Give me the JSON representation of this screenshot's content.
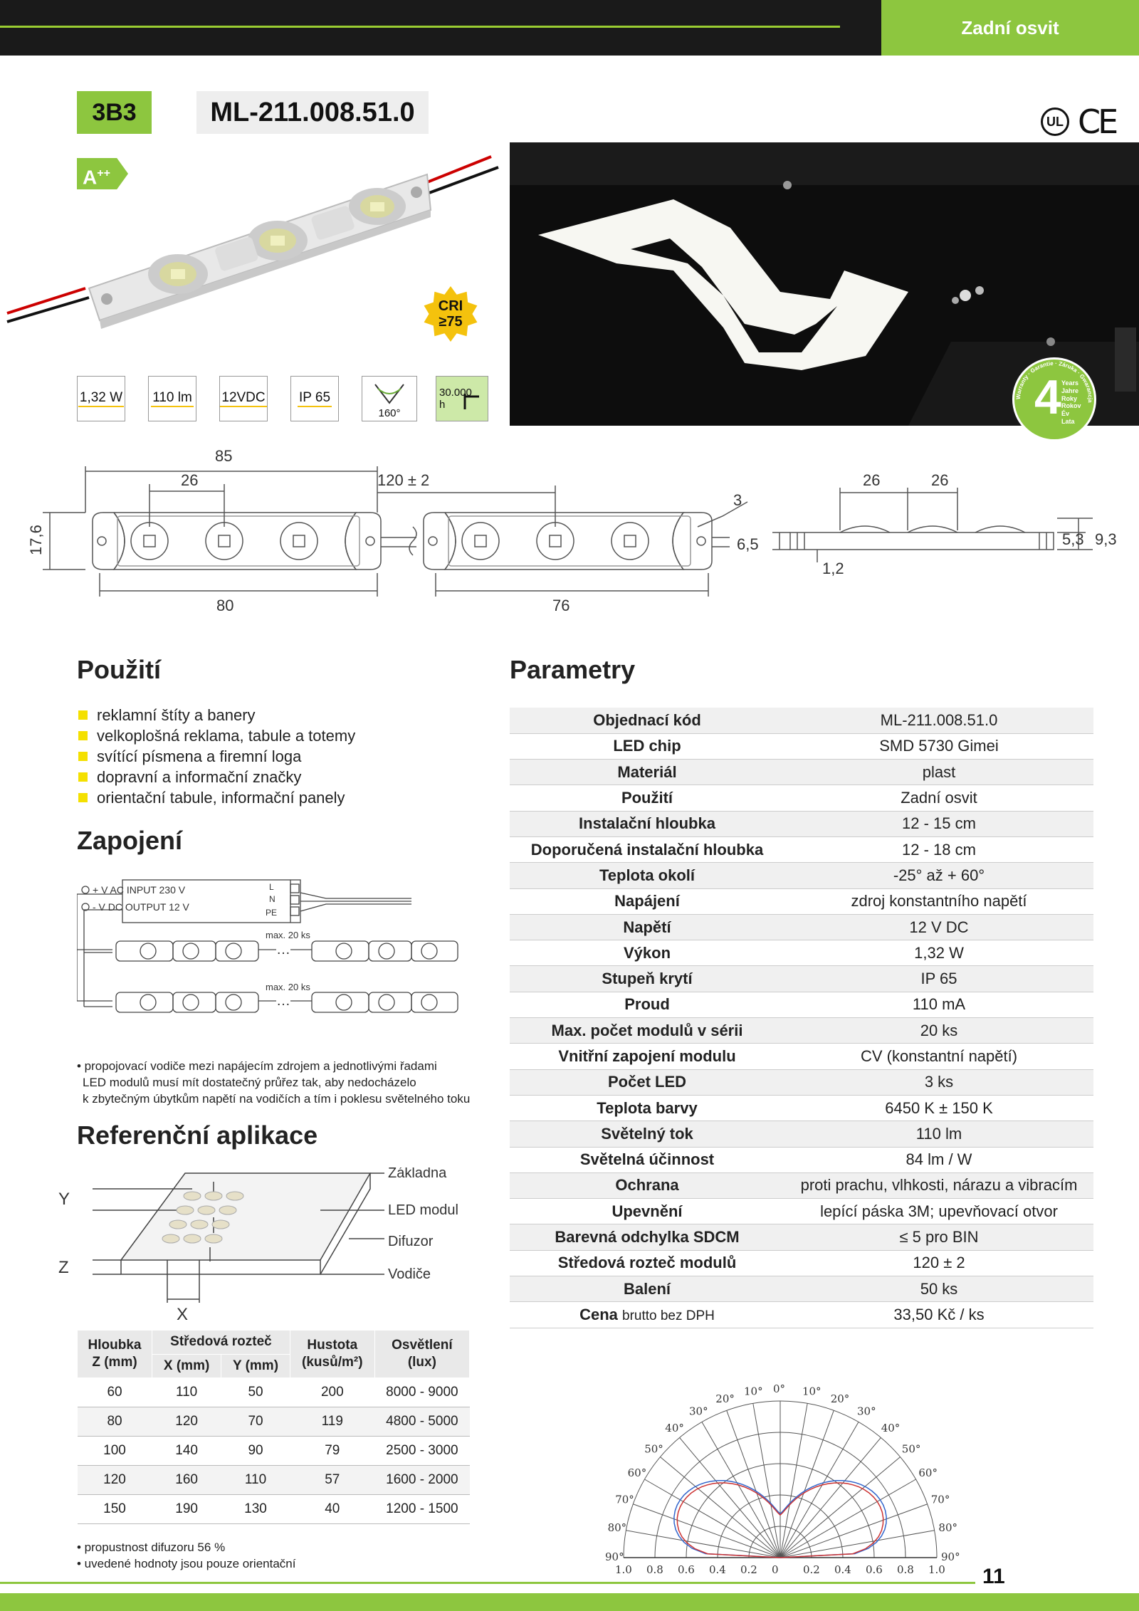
{
  "header": {
    "section": "Zadní osvit",
    "code": "3B3",
    "model": "ML-211.008.51.0",
    "cert_ul": "UL",
    "cert_ce": "CE"
  },
  "energy_class": {
    "letter": "A",
    "sup": "++"
  },
  "cri": {
    "label": "CRI",
    "value": "≥75"
  },
  "specs": [
    {
      "label": "1,32 W"
    },
    {
      "label": "110 lm"
    },
    {
      "label": "12VDC"
    },
    {
      "label": "IP 65"
    },
    {
      "label": "160°"
    },
    {
      "label": "30.000",
      "unit": "h"
    }
  ],
  "warranty": {
    "years": "4",
    "words": [
      "Years",
      "Jahre",
      "Roky",
      "Rokov",
      "Év",
      "Lata"
    ],
    "ring": "Warranty · Garantie · Záruka · Gwarancja"
  },
  "dimensions": {
    "total": "85",
    "pitch": "26",
    "spacing": "120 ± 2",
    "width": "80",
    "width2": "76",
    "height": "17,6",
    "thick": "3",
    "side_pitch1": "26",
    "side_pitch2": "26",
    "h1": "6,5",
    "h2": "5,3",
    "h3": "9,3",
    "base": "1,2"
  },
  "usage": {
    "title": "Použití",
    "items": [
      "reklamní štíty a banery",
      "velkoplošná reklama, tabule a totemy",
      "svítící písmena a firemní loga",
      "dopravní a informační značky",
      "orientační tabule, informační panely"
    ]
  },
  "wiring": {
    "title": "Zapojení",
    "input": "+ V  AC INPUT 230 V",
    "output": "- V  DC OUTPUT 12 V",
    "L": "L",
    "N": "N",
    "PE": "PE",
    "max1": "max. 20 ks",
    "max2": "max. 20 ks",
    "note": [
      "• propojovací vodiče mezi napájecím zdrojem a jednotlivými řadami",
      "LED modulů musí mít dostatečný průřez tak, aby nedocházelo",
      "k zbytečným úbytkům napětí na vodičích a tím i poklesu světelného toku"
    ]
  },
  "reference": {
    "title": "Referenční aplikace",
    "labels": [
      "Základna",
      "LED modul",
      "Difuzor",
      "Vodiče"
    ],
    "axes": [
      "Y",
      "Z",
      "X"
    ],
    "table_head": {
      "h": "Hloubka\nZ (mm)",
      "pitch": "Středová rozteč",
      "x": "X (mm)",
      "y": "Y (mm)",
      "dens": "Hustota\n(kusů/m²)",
      "lux": "Osvětlení\n(lux)"
    },
    "rows": [
      [
        "60",
        "110",
        "50",
        "200",
        "8000 - 9000"
      ],
      [
        "80",
        "120",
        "70",
        "119",
        "4800 - 5000"
      ],
      [
        "100",
        "140",
        "90",
        "79",
        "2500 - 3000"
      ],
      [
        "120",
        "160",
        "110",
        "57",
        "1600 - 2000"
      ],
      [
        "150",
        "190",
        "130",
        "40",
        "1200 - 1500"
      ]
    ],
    "notes": [
      "• propustnost difuzoru 56 %",
      "• uvedené hodnoty jsou pouze orientační"
    ]
  },
  "parameters": {
    "title": "Parametry",
    "rows": [
      [
        "Objednací kód",
        "ML-211.008.51.0"
      ],
      [
        "LED chip",
        "SMD 5730  Gimei"
      ],
      [
        "Materiál",
        "plast"
      ],
      [
        "Použití",
        "Zadní osvit"
      ],
      [
        "Instalační hloubka",
        "12 - 15 cm"
      ],
      [
        "Doporučená instalační hloubka",
        "12 - 18 cm"
      ],
      [
        "Teplota okolí",
        "-25° až + 60°"
      ],
      [
        "Napájení",
        "zdroj konstantního napětí"
      ],
      [
        "Napětí",
        "12 V DC"
      ],
      [
        "Výkon",
        "1,32 W"
      ],
      [
        "Stupeň krytí",
        "IP 65"
      ],
      [
        "Proud",
        "110 mA"
      ],
      [
        "Max. počet modulů v sérii",
        "20 ks"
      ],
      [
        "Vnitřní zapojení modulu",
        "CV (konstantní napětí)"
      ],
      [
        "Počet LED",
        "3 ks"
      ],
      [
        "Teplota barvy",
        "6450 K ± 150 K"
      ],
      [
        "Světelný tok",
        "110 lm"
      ],
      [
        "Světelná účinnost",
        "84 lm / W"
      ],
      [
        "Ochrana",
        "proti prachu, vlhkosti, nárazu a vibracím"
      ],
      [
        "Upevnění",
        "lepící páska 3M; upevňovací otvor"
      ],
      [
        "Barevná odchylka SDCM",
        "≤ 5 pro BIN"
      ],
      [
        "Středová rozteč modulů",
        "120 ± 2"
      ],
      [
        "Balení",
        "50 ks"
      ]
    ],
    "price_key": "Cena",
    "price_note": "brutto bez DPH",
    "price": "33,50 Kč / ks"
  },
  "polar": {
    "angles": [
      "0°",
      "10°",
      "20°",
      "30°",
      "40°",
      "50°",
      "60°",
      "70°",
      "80°",
      "90°"
    ],
    "scale": [
      "1.0",
      "0.8",
      "0.6",
      "0.4",
      "0.2",
      "0",
      "0.2",
      "0.4",
      "0.6",
      "0.8",
      "1.0"
    ]
  },
  "page_number": "11"
}
